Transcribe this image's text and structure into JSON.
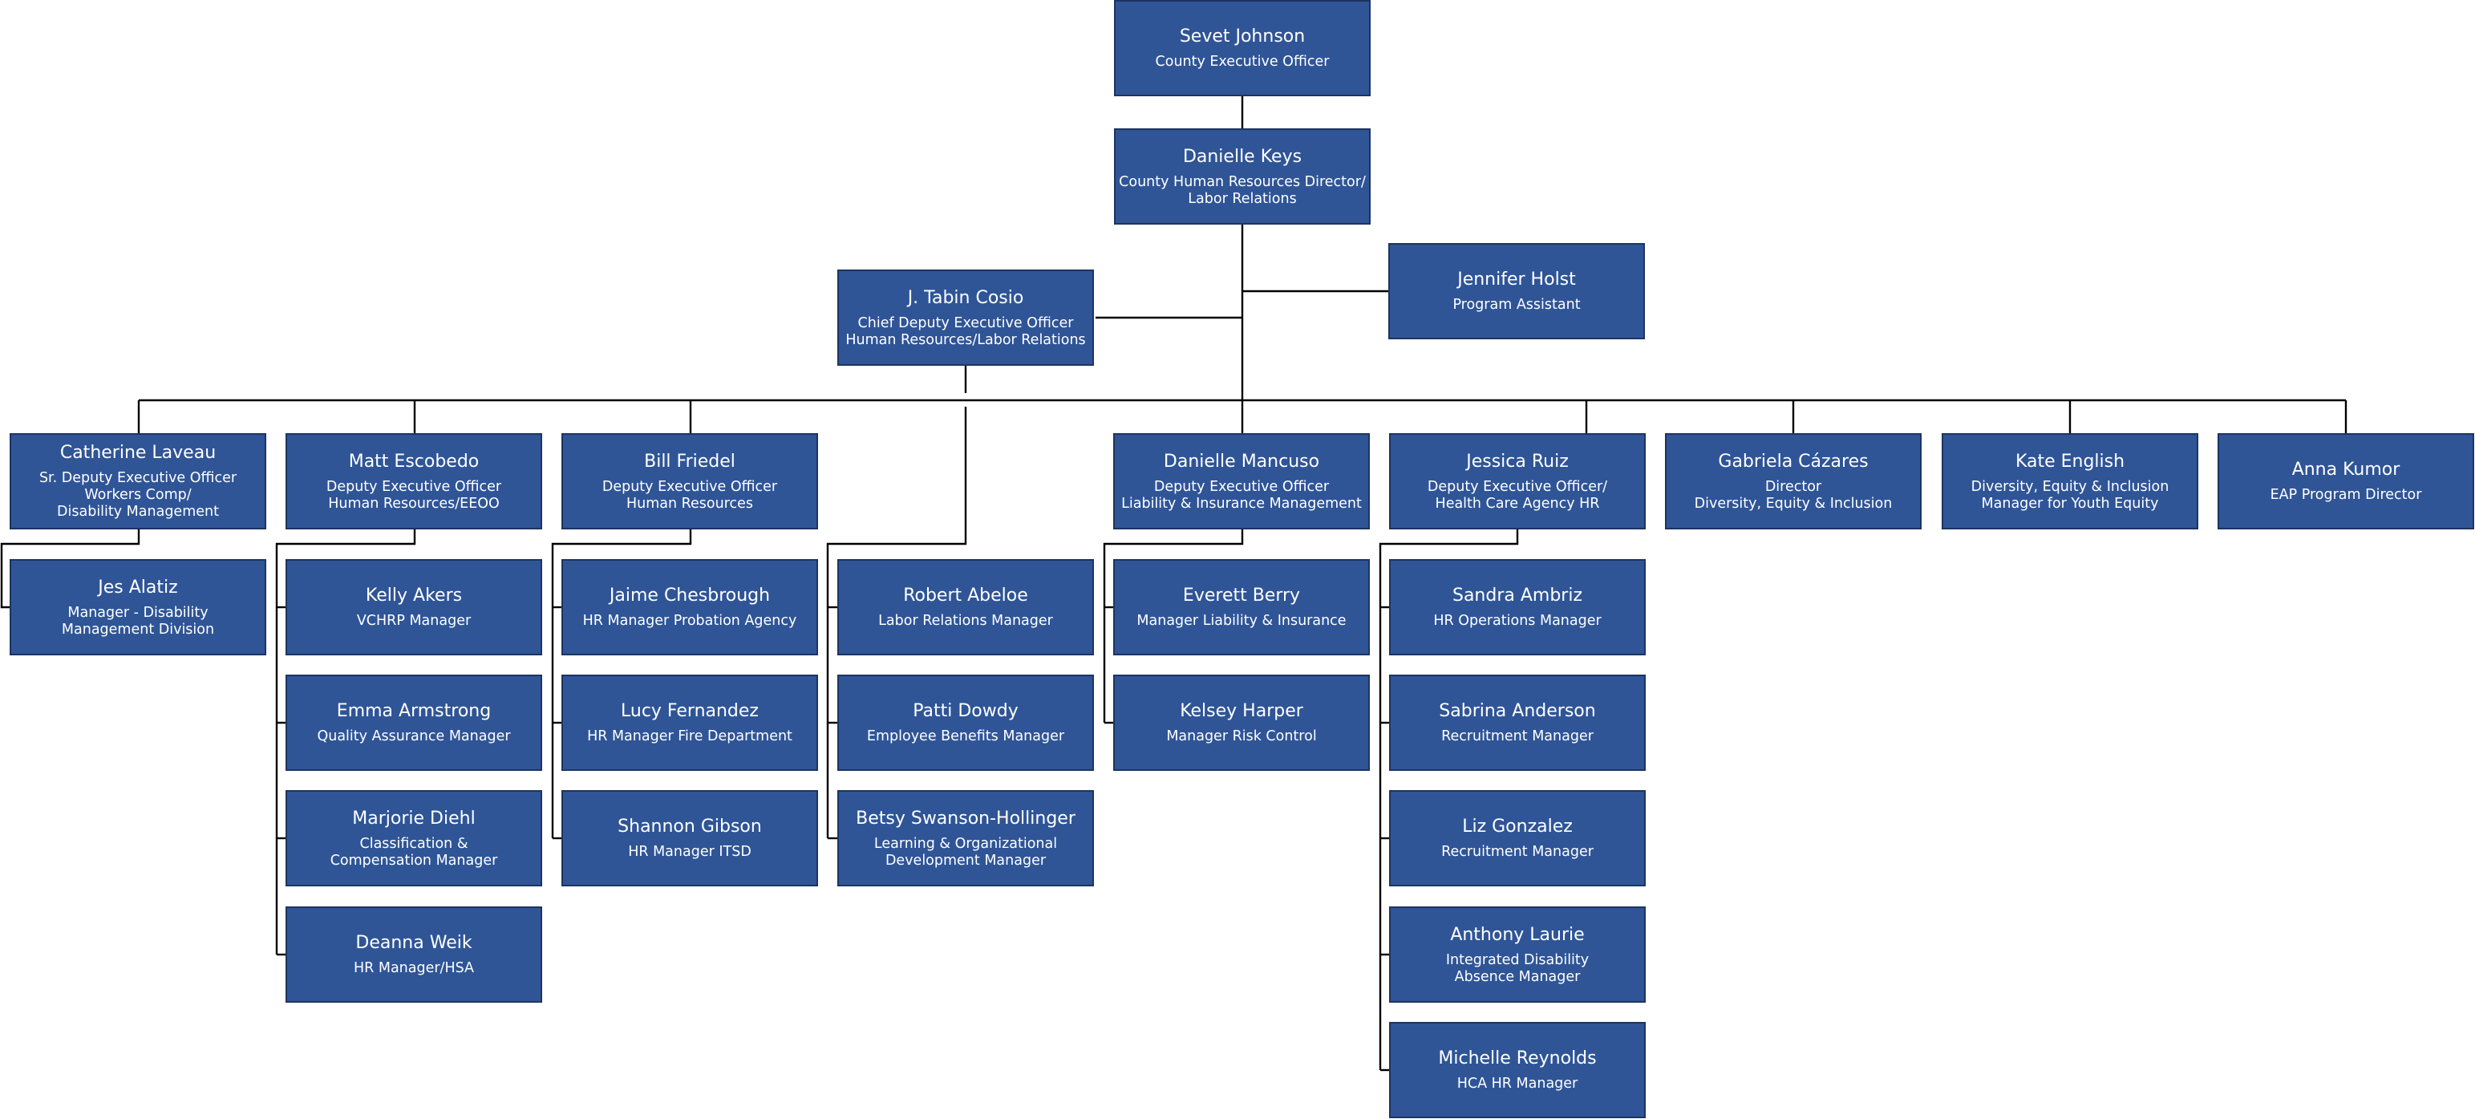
{
  "colors": {
    "box_fill": "#2f5597",
    "box_border": "#1d3461",
    "text": "#ffffff",
    "connector": "#000000"
  },
  "people": {
    "sevet": {
      "name": "Sevet Johnson",
      "title": "County Executive Officer"
    },
    "danielle": {
      "name": "Danielle Keys",
      "title": "County Human Resources Director/\nLabor Relations"
    },
    "jennifer": {
      "name": "Jennifer Holst",
      "title": "Program Assistant"
    },
    "tabin": {
      "name": "J. Tabin Cosio",
      "title": "Chief Deputy Executive Officer\nHuman Resources/Labor Relations"
    },
    "catherine": {
      "name": "Catherine Laveau",
      "title": "Sr. Deputy Executive Officer\nWorkers Comp/\nDisability Management"
    },
    "matt": {
      "name": "Matt Escobedo",
      "title": "Deputy Executive Officer\nHuman Resources/EEOO"
    },
    "bill": {
      "name": "Bill Friedel",
      "title": "Deputy Executive Officer\nHuman Resources"
    },
    "mancuso": {
      "name": "Danielle Mancuso",
      "title": "Deputy Executive Officer\nLiability & Insurance Management"
    },
    "jessica": {
      "name": "Jessica Ruiz",
      "title": "Deputy Executive Officer/\nHealth Care Agency HR"
    },
    "gabriela": {
      "name": "Gabriela Cázares",
      "title": "Director\nDiversity, Equity & Inclusion"
    },
    "kate": {
      "name": "Kate English",
      "title": "Diversity, Equity & Inclusion\nManager for Youth Equity"
    },
    "anna": {
      "name": "Anna Kumor",
      "title": "EAP Program Director"
    },
    "jes": {
      "name": "Jes Alatiz",
      "title": "Manager - Disability\nManagement Division"
    },
    "kelly": {
      "name": "Kelly Akers",
      "title": "VCHRP Manager"
    },
    "emma": {
      "name": "Emma Armstrong",
      "title": "Quality Assurance Manager"
    },
    "marjorie": {
      "name": "Marjorie Diehl",
      "title": "Classification &\nCompensation Manager"
    },
    "deanna": {
      "name": "Deanna Weik",
      "title": "HR Manager/HSA"
    },
    "jaime": {
      "name": "Jaime Chesbrough",
      "title": "HR Manager Probation Agency"
    },
    "lucy": {
      "name": "Lucy Fernandez",
      "title": "HR Manager Fire Department"
    },
    "shannon": {
      "name": "Shannon Gibson",
      "title": "HR Manager ITSD"
    },
    "robert": {
      "name": "Robert Abeloe",
      "title": "Labor Relations Manager"
    },
    "patti": {
      "name": "Patti Dowdy",
      "title": "Employee Benefits Manager"
    },
    "betsy": {
      "name": "Betsy Swanson-Hollinger",
      "title": "Learning & Organizational\nDevelopment Manager"
    },
    "everett": {
      "name": "Everett Berry",
      "title": "Manager Liability & Insurance"
    },
    "kelsey": {
      "name": "Kelsey Harper",
      "title": "Manager Risk Control"
    },
    "sandra": {
      "name": "Sandra Ambriz",
      "title": "HR Operations Manager"
    },
    "sabrina": {
      "name": "Sabrina Anderson",
      "title": "Recruitment Manager"
    },
    "liz": {
      "name": "Liz Gonzalez",
      "title": "Recruitment Manager"
    },
    "anthony": {
      "name": "Anthony Laurie",
      "title": "Integrated Disability\nAbsence Manager"
    },
    "michelle": {
      "name": "Michelle Reynolds",
      "title": "HCA HR Manager"
    }
  }
}
